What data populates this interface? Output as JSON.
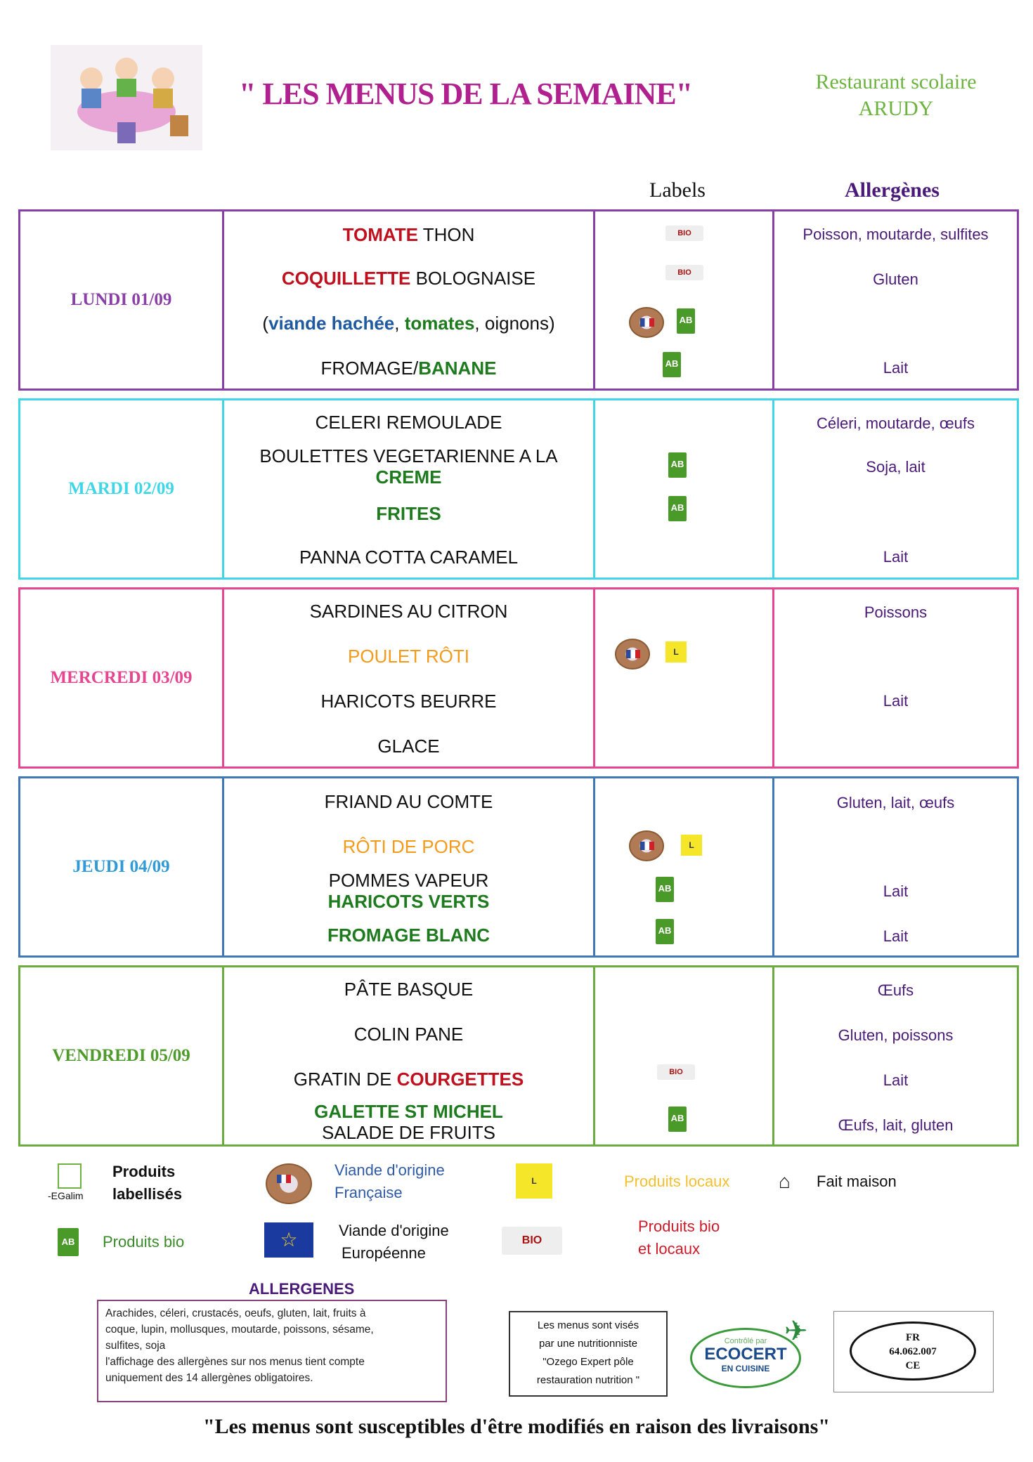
{
  "header": {
    "title": "\" LES MENUS DE LA SEMAINE\"",
    "restaurant_line1": "Restaurant scolaire",
    "restaurant_line2": "ARUDY"
  },
  "columns": {
    "labels": "Labels",
    "allergens": "Allergènes"
  },
  "days": [
    {
      "name": "LUNDI 01/09",
      "color": "#8a3fa8",
      "dishes": [
        [
          "TOMATE",
          " THON"
        ],
        [
          "COQUILLETTE",
          " BOLOGNAISE"
        ],
        [
          "(",
          "viande hachée",
          ", ",
          "tomates",
          ", oignons)"
        ],
        [
          "FROMAGE/",
          "BANANE"
        ]
      ],
      "allergens": [
        "Poisson, moutarde, sulfites",
        "Gluten",
        "",
        "Lait"
      ]
    },
    {
      "name": "MARDI 02/09",
      "color": "#3fd6e8",
      "dishes": [
        "CELERI REMOULADE",
        [
          "BOULETTES VEGETARIENNE A LA",
          "CREME"
        ],
        "FRITES",
        "PANNA COTTA CARAMEL"
      ],
      "allergens": [
        "Céleri, moutarde, œufs",
        "Soja, lait",
        "",
        "Lait"
      ]
    },
    {
      "name": "MERCREDI 03/09",
      "color": "#e6458f",
      "dishes": [
        "SARDINES AU CITRON",
        "POULET RÔTI",
        "HARICOTS BEURRE",
        "GLACE"
      ],
      "allergens": [
        "Poissons",
        "",
        "Lait",
        ""
      ]
    },
    {
      "name": "JEUDI 04/09",
      "color": "#3f77b8",
      "name_color": "#2f9ad6",
      "dishes": [
        "FRIAND AU COMTE",
        "RÔTI DE PORC",
        [
          "POMMES VAPEUR",
          "HARICOTS VERTS"
        ],
        "FROMAGE BLANC"
      ],
      "allergens": [
        "Gluten, lait, œufs",
        "",
        "Lait",
        "Lait"
      ]
    },
    {
      "name": "VENDREDI 05/09",
      "color": "#6cab3f",
      "name_color": "#4e9a2a",
      "dishes": [
        "PÂTE BASQUE",
        "COLIN PANE",
        [
          "GRATIN DE ",
          "COURGETTES"
        ],
        [
          "GALETTE ST MICHEL",
          "SALADE DE FRUITS"
        ]
      ],
      "allergens": [
        "Œufs",
        "Gluten, poissons",
        "Lait",
        "Œufs, lait, gluten"
      ]
    }
  ],
  "legend": {
    "egalim": "-EGalim",
    "labellises_1": "Produits",
    "labellises_2": "labellisés",
    "vf_1": "Viande d'origine",
    "vf_2": "Française",
    "locaux": "Produits locaux",
    "maison": "Fait maison",
    "bio": "Produits bio",
    "ue_1": "Viande d'origine",
    "ue_2": "Européenne",
    "bio_locaux_1": "Produits bio",
    "bio_locaux_2": "et locaux"
  },
  "allergens_box": {
    "title": "ALLERGENES",
    "line1": "Arachides, céleri, crustacés, oeufs, gluten, lait, fruits à",
    "line2": "coque, lupin, mollusques, moutarde, poissons, sésame,",
    "line3": "sulfites, soja",
    "line4": "l'affichage des allergènes sur nos menus tient compte",
    "line5": "uniquement des 14 allergènes obligatoires."
  },
  "ozego": {
    "line1": "Les menus sont visés",
    "line2": "par une nutritionniste",
    "line3": "\"Ozego Expert pôle",
    "line4": "restauration nutrition \""
  },
  "ecocert": {
    "top": "Contrôlé par",
    "name": "ECOCERT",
    "sub": "EN CUISINE"
  },
  "stamp": {
    "line1": "FR",
    "line2": "64.062.007",
    "line3": "CE"
  },
  "footer": "\"Les menus sont susceptibles d'être modifiés en raison des livraisons\""
}
